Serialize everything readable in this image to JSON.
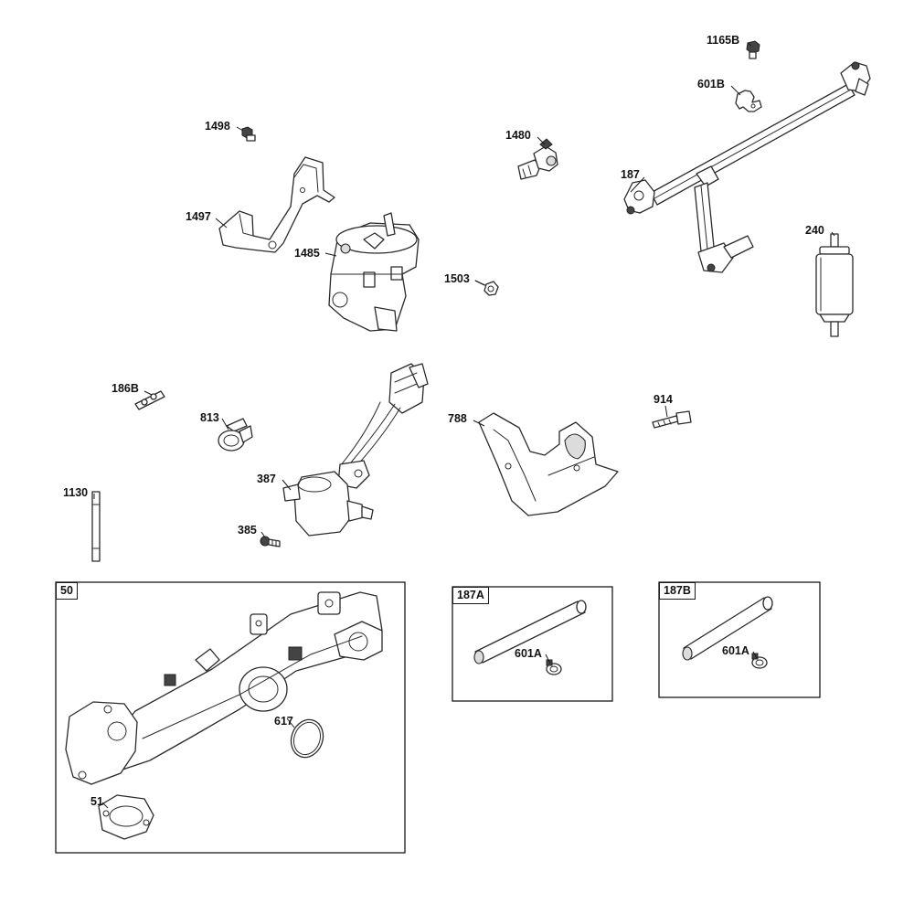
{
  "callouts": {
    "c1165B": "1165B",
    "c601B": "601B",
    "c1498": "1498",
    "c1480": "1480",
    "c187": "187",
    "c1497": "1497",
    "c1485": "1485",
    "c240": "240",
    "c1503": "1503",
    "c186B": "186B",
    "c813": "813",
    "c914": "914",
    "c788": "788",
    "c387": "387",
    "c1130": "1130",
    "c385": "385",
    "c617": "617",
    "c51": "51",
    "c601A_a": "601A",
    "c601A_b": "601A"
  },
  "boxes": {
    "b50": "50",
    "b187A": "187A",
    "b187B": "187B"
  }
}
